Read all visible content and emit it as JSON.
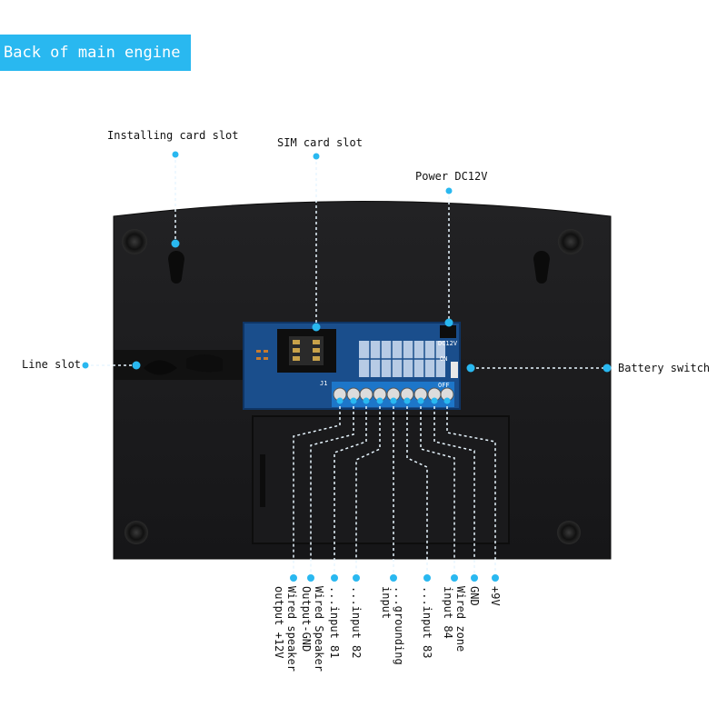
{
  "banner": {
    "title": "Back of main engine"
  },
  "labels": {
    "installing_card_slot": "Installing card slot",
    "sim_card_slot": "SIM card slot",
    "power": "Power DC12V",
    "line_slot": "Line slot",
    "battery_switch": "Battery switch"
  },
  "board": {
    "dc_label": "DC12V",
    "on_label": "ON",
    "off_label": "OFF",
    "j_label": "J1"
  },
  "terminals": [
    {
      "text": "Wired speaker\noutput +12V"
    },
    {
      "text": "Wired Speaker\nOutput-GND"
    },
    {
      "text": "...input 81"
    },
    {
      "text": "...input 82"
    },
    {
      "text": "...grounding\ninput"
    },
    {
      "text": "...input 83"
    },
    {
      "text": "Wired zone\ninput 84"
    },
    {
      "text": "GND"
    },
    {
      "text": "+9V"
    }
  ],
  "colors": {
    "accent": "#29b8f0",
    "device": "#1c1c1e",
    "board": "#1a4e8c"
  }
}
